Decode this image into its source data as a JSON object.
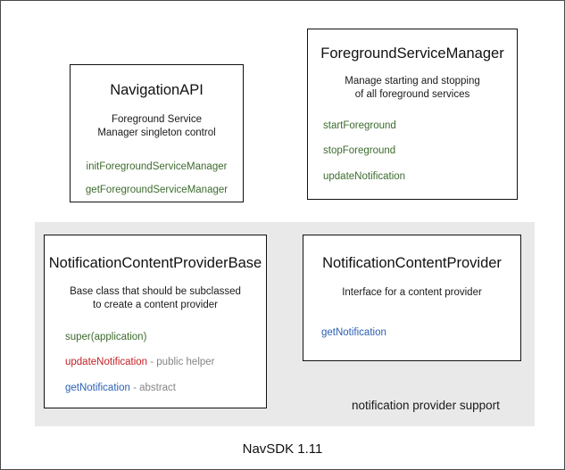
{
  "diagram": {
    "footer_caption": "NavSDK 1.11",
    "group": {
      "label": "notification provider support"
    },
    "colors": {
      "method_green": "#3d6b2e",
      "method_red": "#c32026",
      "method_blue": "#2b5fb3",
      "annotation_gray": "#858585",
      "panel_background": "#e9e9e9",
      "box_border": "#111111",
      "canvas_background": "#ffffff"
    },
    "boxes": [
      {
        "id": "navigation-api",
        "title": "NavigationAPI",
        "description": "Foreground Service\nManager singleton control",
        "members": [
          {
            "name": "initForegroundServiceManager",
            "suffix": "",
            "color": "green"
          },
          {
            "name": "getForegroundServiceManager",
            "suffix": "",
            "color": "green"
          }
        ]
      },
      {
        "id": "foreground-service-manager",
        "title": "ForegroundServiceManager",
        "description": "Manage starting and stopping\nof all foreground services",
        "members": [
          {
            "name": "startForeground",
            "suffix": "",
            "color": "green"
          },
          {
            "name": "stopForeground",
            "suffix": "",
            "color": "green"
          },
          {
            "name": "updateNotification",
            "suffix": "",
            "color": "green"
          }
        ]
      },
      {
        "id": "notification-content-provider-base",
        "title": "NotificationContentProviderBase",
        "description": "Base class that should be subclassed\nto create a content provider",
        "members": [
          {
            "name": "super(application)",
            "suffix": "",
            "color": "green"
          },
          {
            "name": "updateNotification",
            "suffix": " - public helper",
            "color": "red"
          },
          {
            "name": "getNotification",
            "suffix": " - abstract",
            "color": "blue"
          }
        ]
      },
      {
        "id": "notification-content-provider",
        "title": "NotificationContentProvider",
        "description": "Interface for a content provider",
        "members": [
          {
            "name": "getNotification",
            "suffix": "",
            "color": "blue"
          }
        ]
      }
    ]
  }
}
